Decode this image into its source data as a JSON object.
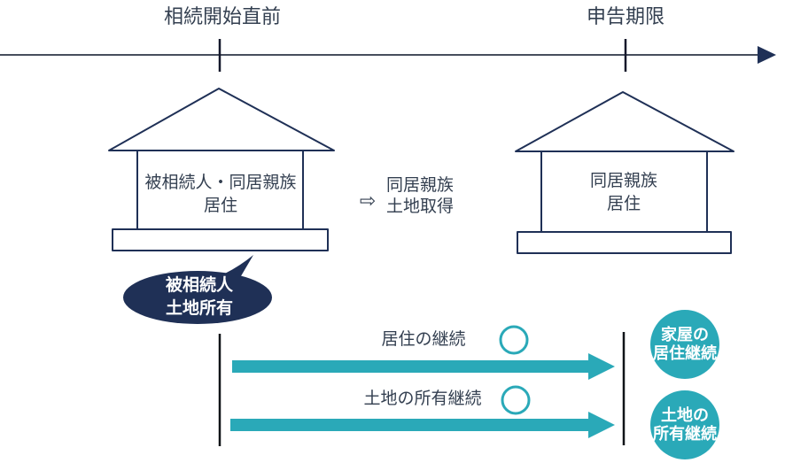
{
  "colors": {
    "teal": "#2aa9b8",
    "navy": "#1f3056",
    "text": "#333f50",
    "axis": "#474e5d",
    "tick": "#14182b",
    "vline": "#101418"
  },
  "timeline": {
    "start_label": "相続開始直前",
    "deadline_label": "申告期限"
  },
  "before_house": {
    "line1": "被相続人・同居親族",
    "line2": "居住"
  },
  "transfer": {
    "arrow_glyph": "⇨",
    "line1": "同居親族",
    "line2": "土地取得"
  },
  "after_house": {
    "line1": "同居親族",
    "line2": "居住"
  },
  "bubble": {
    "line1": "被相続人",
    "line2": "土地所有"
  },
  "conditions": [
    {
      "label": "居住の継続",
      "mark": "○",
      "result_line1": "家屋の",
      "result_line2": "居住継続"
    },
    {
      "label": "土地の所有継続",
      "mark": "○",
      "result_line1": "土地の",
      "result_line2": "所有継続"
    }
  ]
}
